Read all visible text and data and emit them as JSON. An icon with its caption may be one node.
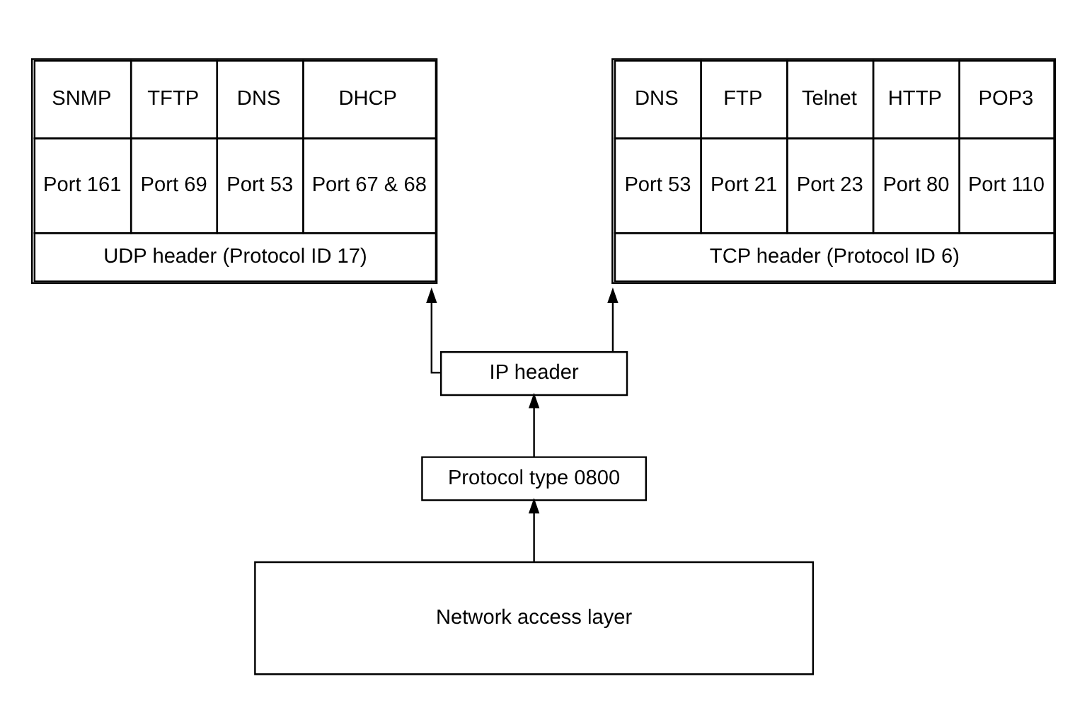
{
  "diagram": {
    "nodes": [
      {
        "text": [
          "SNMP",
          "Port 161",
          "TFTP",
          "Port 69",
          "DNS",
          "Port 53",
          "DHCP",
          "Port 67 & 68",
          "UDP header (Protocol ID 17)"
        ]
      },
      {
        "text": [
          "DNS",
          "Port 53",
          "FTP",
          "Port 21",
          "Telnet",
          "Port 23",
          "HTTP",
          "Port 80",
          "POP3",
          "Port 110",
          "TCP header (Protocol ID 6)"
        ]
      },
      {
        "text": [
          "IP header"
        ]
      },
      {
        "text": [
          "Protocol type 0800"
        ]
      },
      {
        "text": [
          "Network access layer"
        ]
      }
    ],
    "edges": [
      {
        "from": 4,
        "to": 3,
        "arrow": "to"
      },
      {
        "from": 3,
        "to": 2,
        "arrow": "to"
      },
      {
        "from": 2,
        "to": 0,
        "arrow": "to"
      },
      {
        "from": 2,
        "to": 1,
        "arrow": "to"
      }
    ]
  }
}
